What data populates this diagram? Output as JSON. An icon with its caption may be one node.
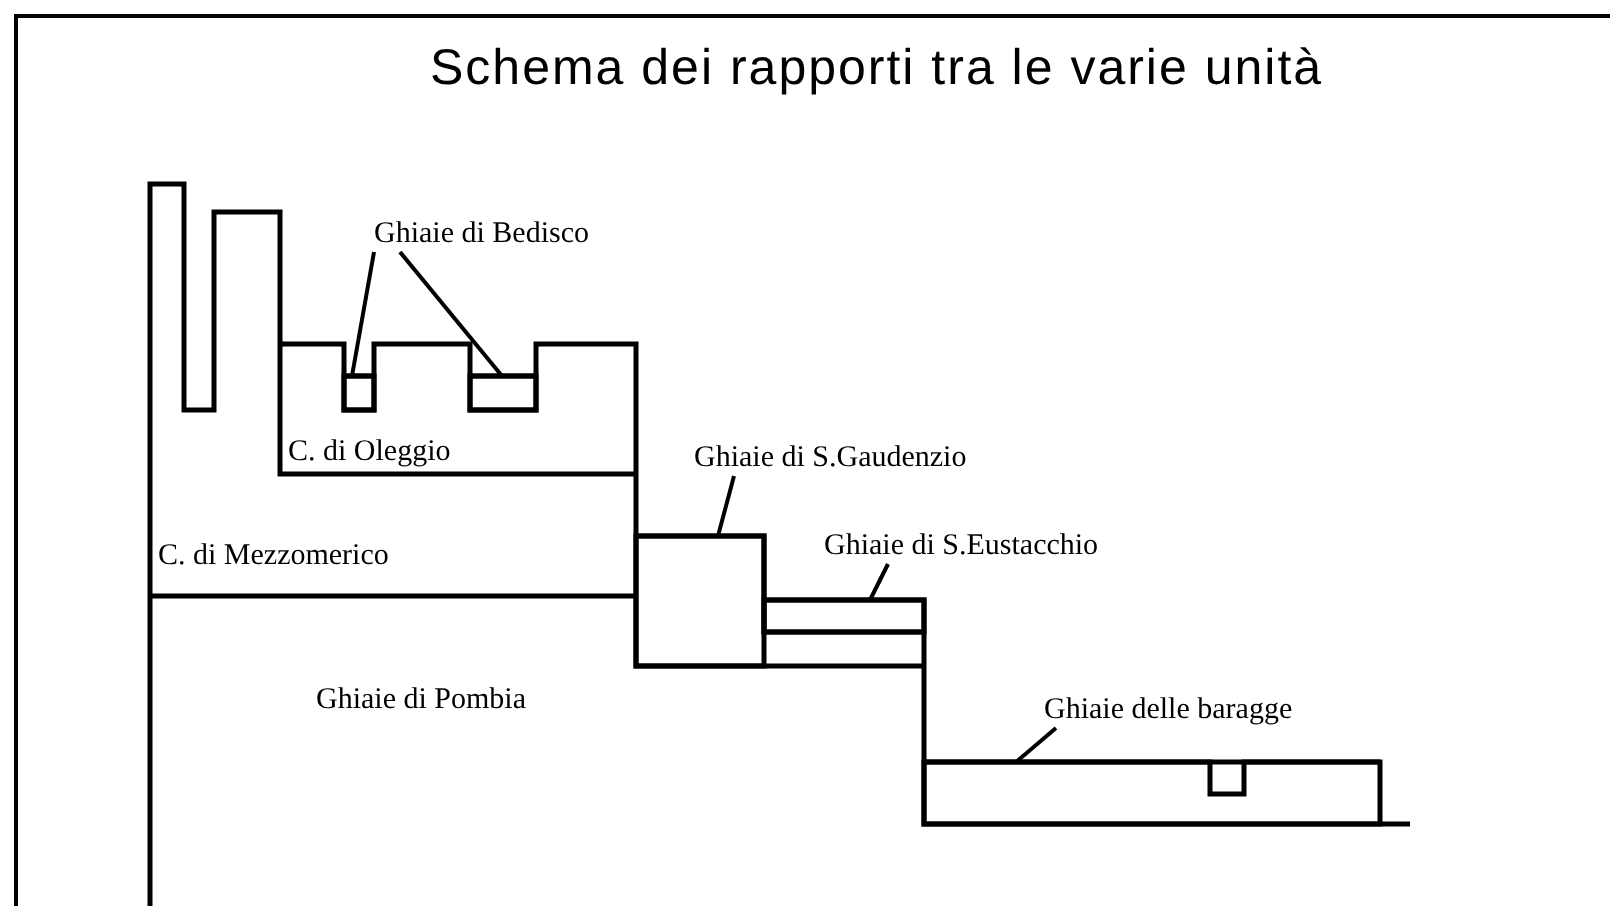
{
  "diagram": {
    "title": "Schema dei rapporti tra le varie unità",
    "nodes": [
      {
        "text": [
          "Ghiaie di Bedisco"
        ]
      },
      {
        "text": [],
        "shape": "box"
      },
      {
        "text": [],
        "shape": "box"
      },
      {
        "text": [
          "Ghiaie di S.Gaudenzio"
        ]
      },
      {
        "text": [],
        "shape": "box"
      },
      {
        "text": [
          "Ghiaie di S.Eustacchio"
        ]
      },
      {
        "text": [],
        "shape": "box"
      },
      {
        "text": [
          "Ghiaie delle baragge"
        ]
      },
      {
        "text": [],
        "shape": "box"
      }
    ],
    "edges": [
      {
        "from": 0,
        "to": 1,
        "arrow": "none"
      },
      {
        "from": 0,
        "to": 2,
        "arrow": "none"
      },
      {
        "from": 3,
        "to": 4,
        "arrow": "none"
      },
      {
        "from": 5,
        "to": 6,
        "arrow": "none"
      },
      {
        "from": 7,
        "to": 8,
        "arrow": "none"
      }
    ],
    "labels": [
      "C. di Oleggio",
      "C. di Mezzomerico",
      "Ghiaie di Pombia"
    ]
  }
}
